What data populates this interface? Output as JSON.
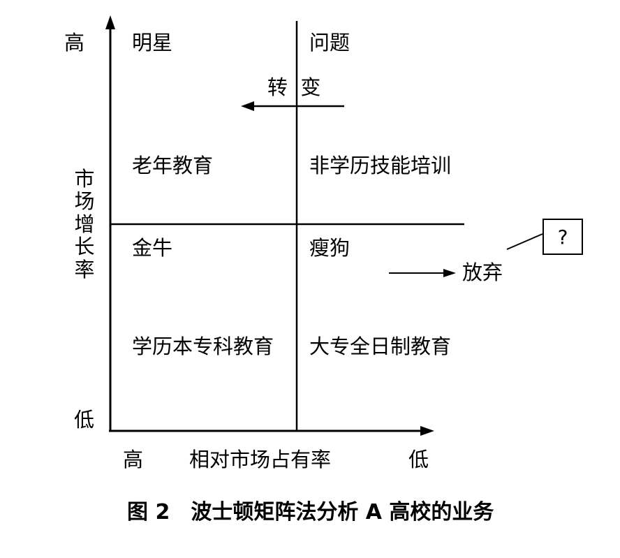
{
  "axes": {
    "y_label": "市场增长率",
    "y_high": "高",
    "y_low": "低",
    "x_label": "相对市场占有率",
    "x_high": "高",
    "x_low": "低"
  },
  "quadrants": {
    "star": {
      "title": "明星",
      "item": "老年教育"
    },
    "question": {
      "title": "问题",
      "item": "非学历技能培训"
    },
    "cash_cow": {
      "title": "金牛",
      "item": "学历本专科教育"
    },
    "dog": {
      "title": "瘦狗",
      "item": "大专全日制教育"
    }
  },
  "annotations": {
    "transform": "转  变",
    "abandon": "放弃",
    "question_box": "?"
  },
  "caption": "图 2　波士顿矩阵法分析 A 高校的业务"
}
